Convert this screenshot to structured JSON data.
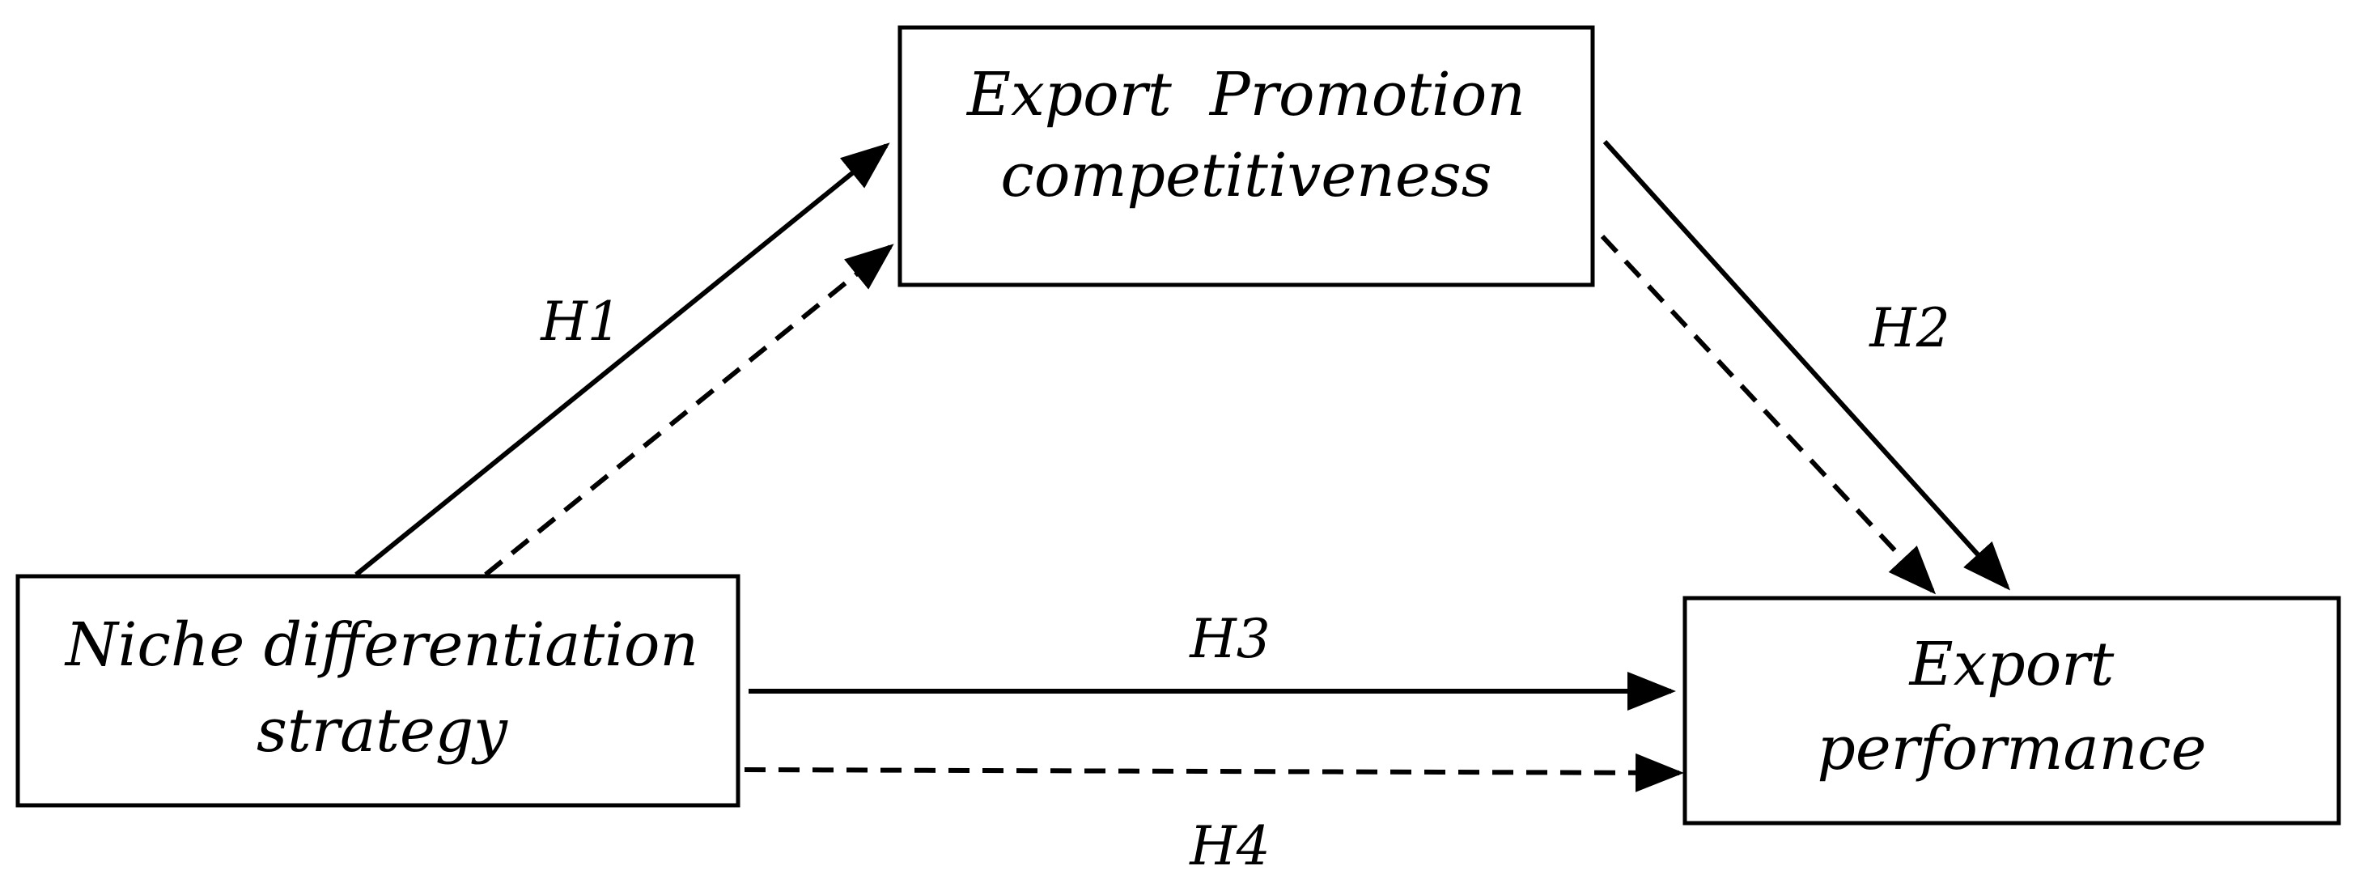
{
  "nodes": {
    "mediator": {
      "line1": "Export  Promotion",
      "line2": "competitiveness"
    },
    "independent": {
      "line1": "Niche differentiation",
      "line2": "strategy"
    },
    "dependent": {
      "line1": "Export",
      "line2": "performance"
    }
  },
  "hypotheses": {
    "h1": "H1",
    "h2": "H2",
    "h3": "H3",
    "h4": "H4"
  },
  "colors": {
    "line": "#000000",
    "box_fill": "#ffffff",
    "text": "#000000"
  }
}
